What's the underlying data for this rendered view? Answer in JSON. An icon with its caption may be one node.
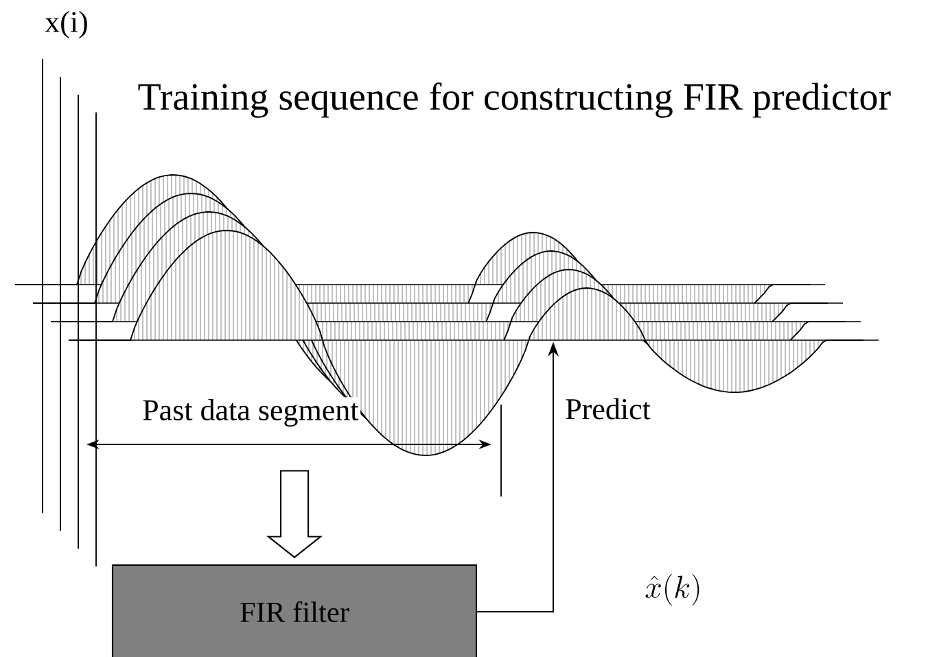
{
  "diagram": {
    "title": "Training sequence for constructing FIR predictor",
    "nodes": [
      {
        "text": [],
        "shape": "picture"
      },
      {
        "text": [
          "FIR filter"
        ]
      }
    ],
    "edges": [
      {
        "from": 0,
        "to": 1,
        "arrow": "to",
        "style": "thick"
      },
      {
        "from": 1,
        "to": 0,
        "arrow": "to",
        "label": "Predict"
      }
    ],
    "labels": [
      "x(i)",
      "Past data segment",
      "\\hat{x}(k)"
    ]
  }
}
